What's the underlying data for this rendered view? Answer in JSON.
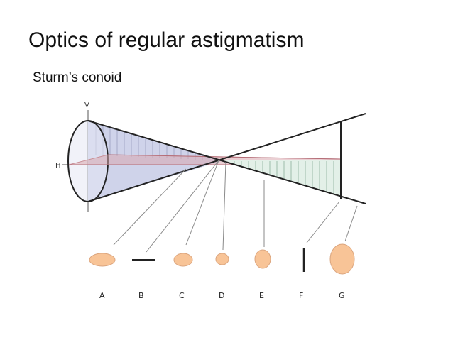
{
  "slide": {
    "title": "Optics of regular astigmatism",
    "subtitle": "Sturm’s conoid"
  },
  "diagram": {
    "axis_labels": {
      "vertical": "V",
      "horizontal": "H"
    },
    "cross_sections": [
      {
        "label": "A",
        "shape": "horizontal-ellipse"
      },
      {
        "label": "B",
        "shape": "horizontal-line"
      },
      {
        "label": "C",
        "shape": "horizontal-ellipse"
      },
      {
        "label": "D",
        "shape": "circle"
      },
      {
        "label": "E",
        "shape": "vertical-ellipse"
      },
      {
        "label": "F",
        "shape": "vertical-line"
      },
      {
        "label": "G",
        "shape": "vertical-ellipse"
      }
    ],
    "colors": {
      "blob_fill": "#f8c497",
      "blob_stroke": "#dba57e",
      "cone_blue": "#cfd3ea",
      "cone_green": "#e3f0e8",
      "red_plane": "#c98f97",
      "line": "#222222",
      "leader": "#8a8a8a"
    }
  }
}
